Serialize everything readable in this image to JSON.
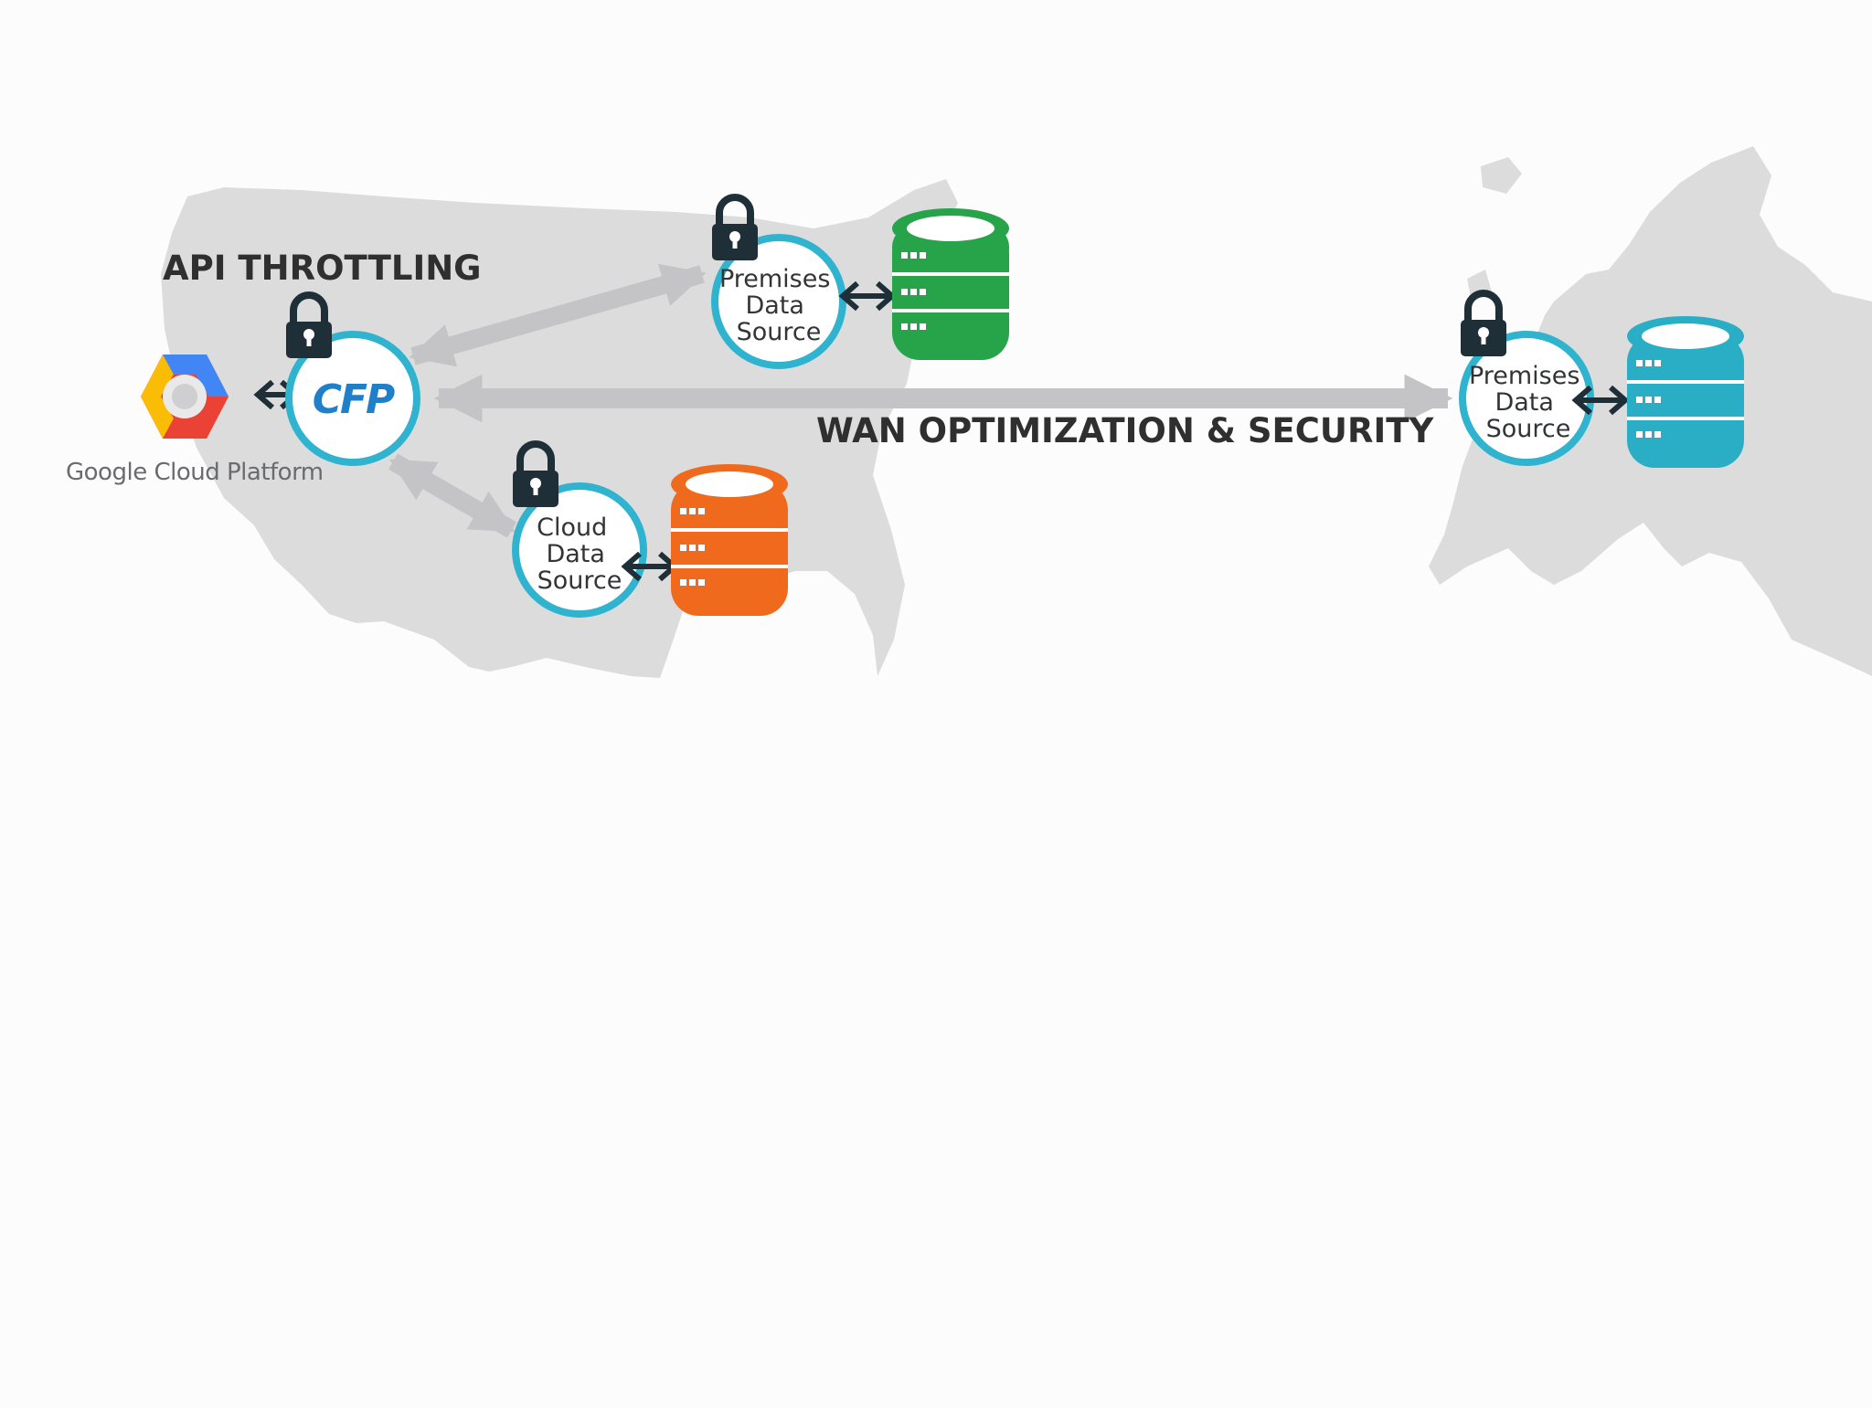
{
  "labels": {
    "api_throttling": "API THROTTLING",
    "wan": "WAN OPTIMIZATION & SECURITY"
  },
  "google_cloud": {
    "label": "Google Cloud Platform",
    "logo_colors": [
      "#ea4335",
      "#fbbc05",
      "#4285f4",
      "#34a853"
    ]
  },
  "cfp": {
    "label": "CFP",
    "text_color": "#1f7fc9",
    "ring_color": "#2fb3cf"
  },
  "nodes": {
    "premises_us": {
      "lines": [
        "Premises",
        "Data",
        "Source"
      ],
      "db_color": "#27a34a"
    },
    "cloud_us": {
      "lines": [
        "Cloud",
        "Data",
        "Source"
      ],
      "db_color": "#f06a1d"
    },
    "premises_eu": {
      "lines": [
        "Premises",
        "Data",
        "Source"
      ],
      "db_color": "#2aaec6"
    }
  },
  "colors": {
    "ring": "#2fb3cf",
    "lock": "#1f2f38",
    "map": "#dcdcdd",
    "connector": "#c4c4c6",
    "arrow": "#1f2f38"
  },
  "icons": [
    "lock-icon",
    "database-icon",
    "double-arrow-icon",
    "google-cloud-logo-icon"
  ]
}
